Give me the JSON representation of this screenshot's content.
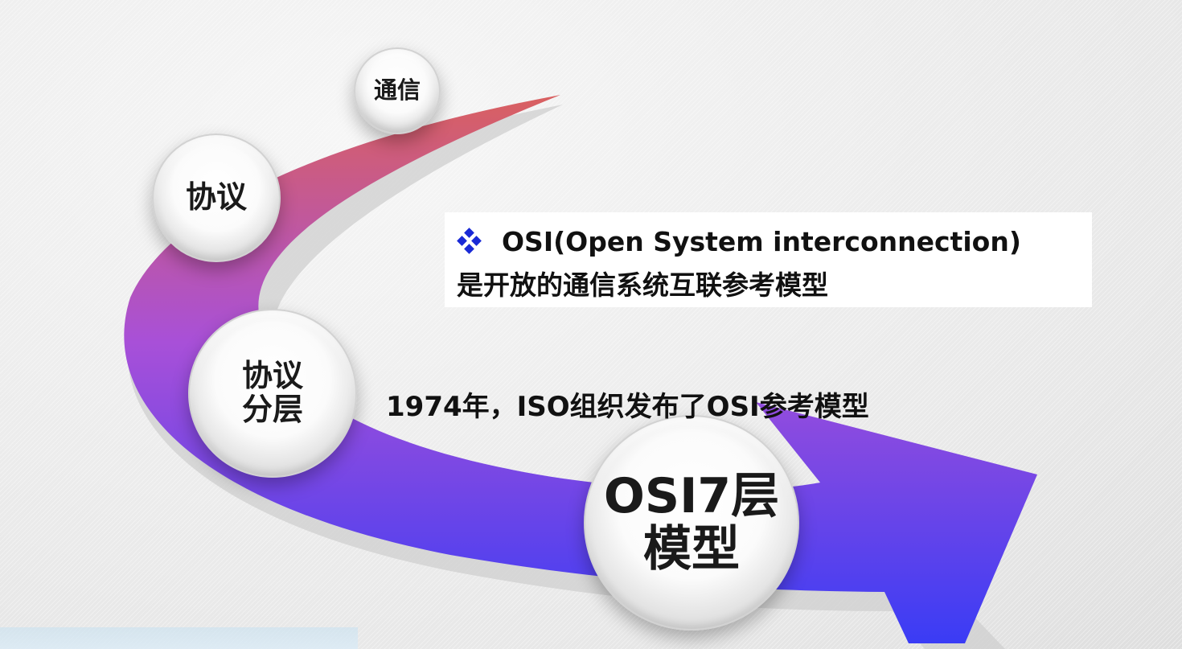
{
  "bubbles": {
    "tongxin": "通信",
    "xieyi": "协议",
    "xieyi_fenceng_line1": "协议",
    "xieyi_fenceng_line2": "分层",
    "osi_model_line1": "OSI7层",
    "osi_model_line2": "模型"
  },
  "info_box": {
    "bullet_icon": "diamond-bullet-icon",
    "line1": "OSI(Open System interconnection)",
    "line2": "是开放的通信系统互联参考模型"
  },
  "caption": "1974年，ISO组织发布了OSI参考模型",
  "colors": {
    "arrow_top": "#d96060",
    "arrow_middle": "#a850d8",
    "arrow_bottom": "#3a3cf5",
    "bullet": "#1a2ad6"
  }
}
